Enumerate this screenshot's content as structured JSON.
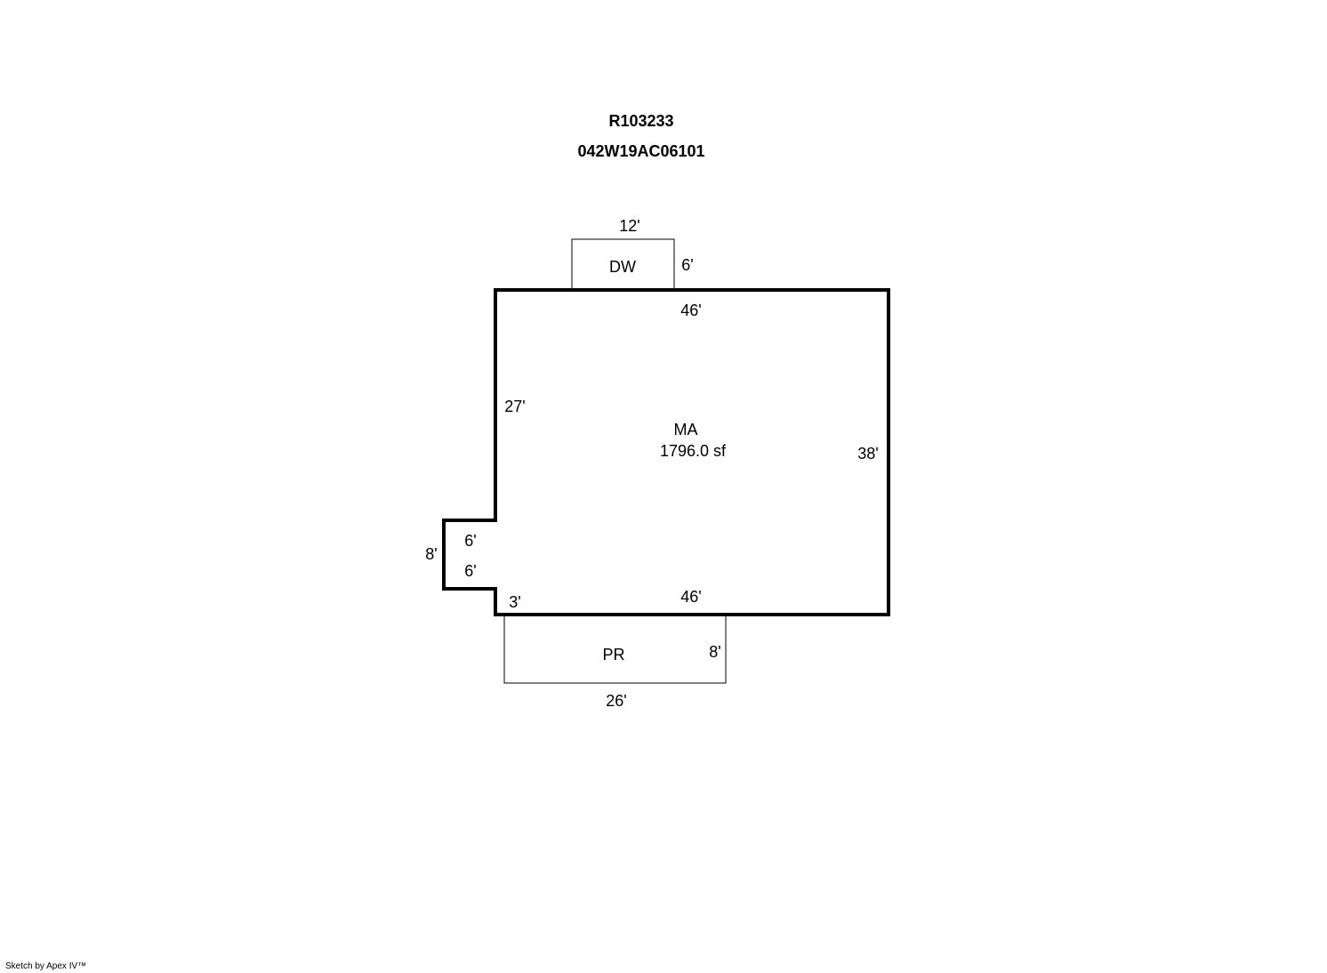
{
  "header": {
    "account_id": "R103233",
    "parcel_id": "042W19AC06101"
  },
  "areas": {
    "main": {
      "code": "MA",
      "area": "1796.0 sf"
    },
    "dw": {
      "code": "DW"
    },
    "pr": {
      "code": "PR"
    }
  },
  "dimensions": {
    "ma_top": "46'",
    "ma_bottom": "46'",
    "ma_left_upper": "27'",
    "ma_right": "38'",
    "notch_depth": "8'",
    "notch_upper": "6'",
    "notch_lower": "6'",
    "ma_left_lower": "3'",
    "dw_width": "12'",
    "dw_depth": "6'",
    "pr_width": "26'",
    "pr_depth": "8'"
  },
  "footer": {
    "credit": "Sketch by Apex IV™"
  },
  "colors": {
    "line": "#000000",
    "background": "#ffffff"
  }
}
